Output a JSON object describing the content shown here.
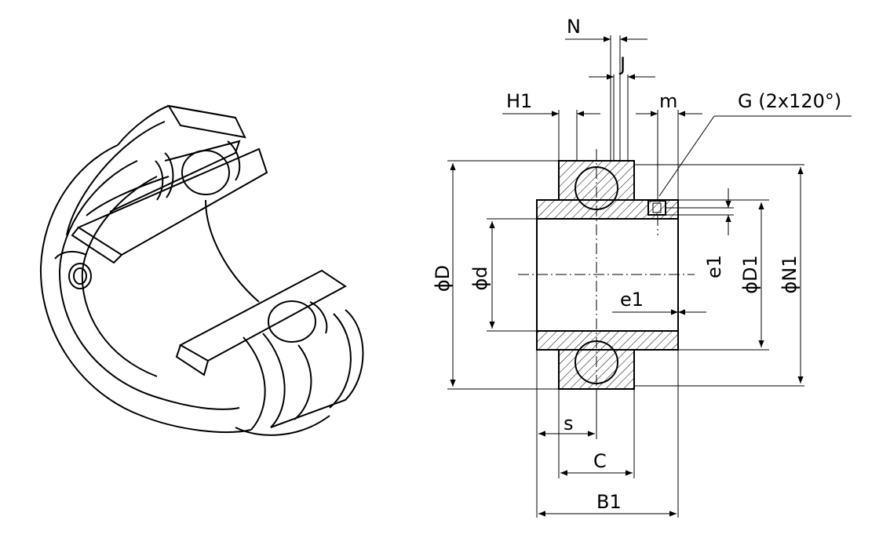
{
  "diagram": {
    "dimension_labels": {
      "N": "N",
      "J": "J",
      "H1": "H1",
      "m": "m",
      "G": "G (2x120°)",
      "D": "ϕD",
      "d": "ϕd",
      "e1_vertical": "e1",
      "e1_horizontal": "e1",
      "D1": "ϕD1",
      "N1": "ϕN1",
      "s": "s",
      "C": "C",
      "B1": "B1"
    }
  }
}
